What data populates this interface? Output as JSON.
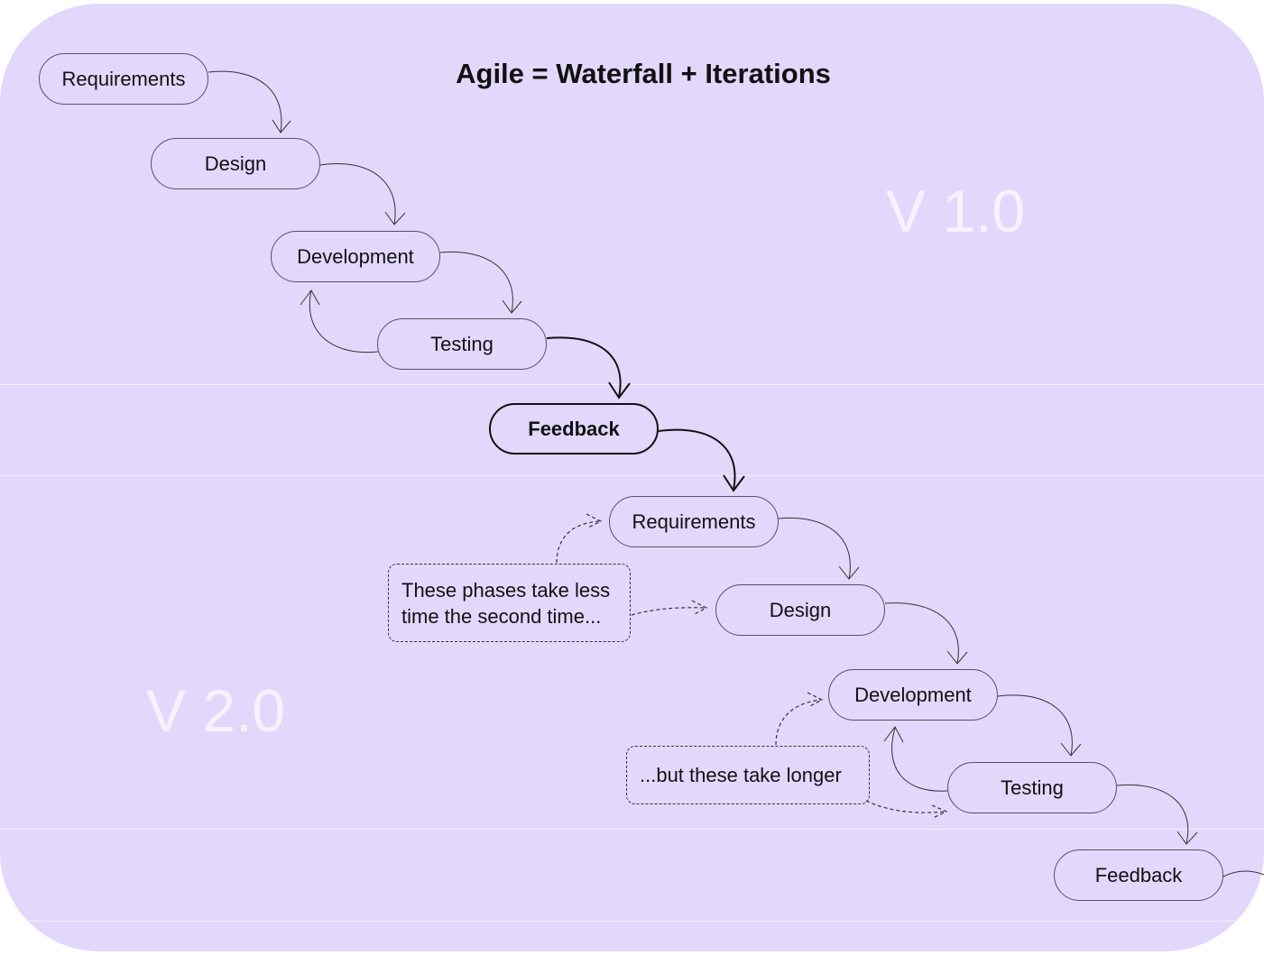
{
  "title": "Agile = Waterfall + Iterations",
  "versions": {
    "v1": "V 1.0",
    "v2": "V 2.0"
  },
  "v1_phases": [
    "Requirements",
    "Design",
    "Development",
    "Testing"
  ],
  "feedback_1": "Feedback",
  "v2_phases": [
    "Requirements",
    "Design",
    "Development",
    "Testing"
  ],
  "feedback_2": "Feedback",
  "notes": {
    "less_time": [
      "These phases take less",
      "time the second time..."
    ],
    "longer": "...but these take longer"
  },
  "colors": {
    "background": "#e2d8fb",
    "divider": "#f4effe",
    "version_text": "#f6f2ff",
    "ink": "#111111"
  }
}
